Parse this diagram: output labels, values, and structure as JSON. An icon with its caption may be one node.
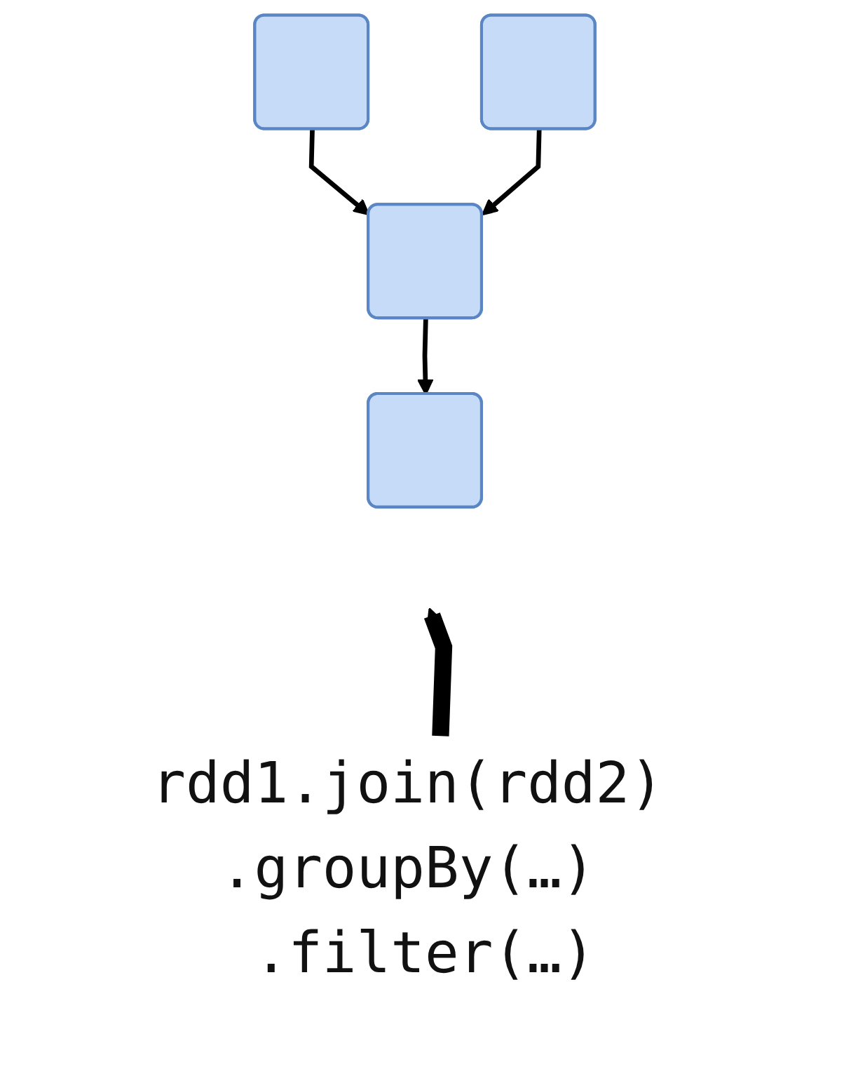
{
  "diagram": {
    "nodes": [
      {
        "text": [],
        "shape": "box"
      },
      {
        "text": [],
        "shape": "box"
      },
      {
        "text": [],
        "shape": "box"
      },
      {
        "text": [],
        "shape": "box"
      },
      {
        "text": [
          "rdd1.join(rdd2) .groupBy(…) .filter(…)"
        ]
      }
    ],
    "edges": [
      {
        "from": 0,
        "to": 2,
        "arrow": "to"
      },
      {
        "from": 1,
        "to": 2,
        "arrow": "to"
      },
      {
        "from": 2,
        "to": 3,
        "arrow": "to"
      },
      {
        "from": 4,
        "to": null,
        "arrow": "to",
        "style": "thick"
      }
    ]
  }
}
